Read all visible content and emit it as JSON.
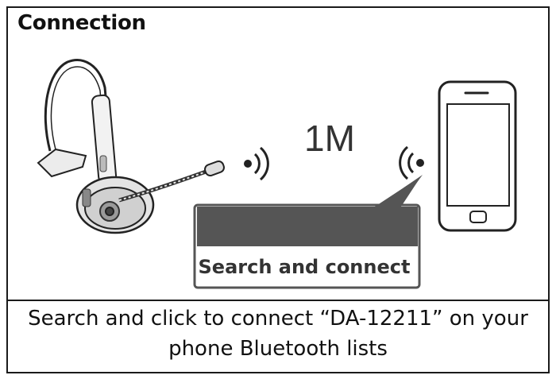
{
  "section": {
    "title": "Connection"
  },
  "illustration": {
    "distance_label": "1M",
    "callout_text": "Search and connect"
  },
  "caption": {
    "line1": "Search and click to connect “DA-12211” on your",
    "line2": "phone Bluetooth lists"
  },
  "colors": {
    "border": "#1a1a1a",
    "callout_header": "#555555",
    "device_outline": "#222222"
  }
}
